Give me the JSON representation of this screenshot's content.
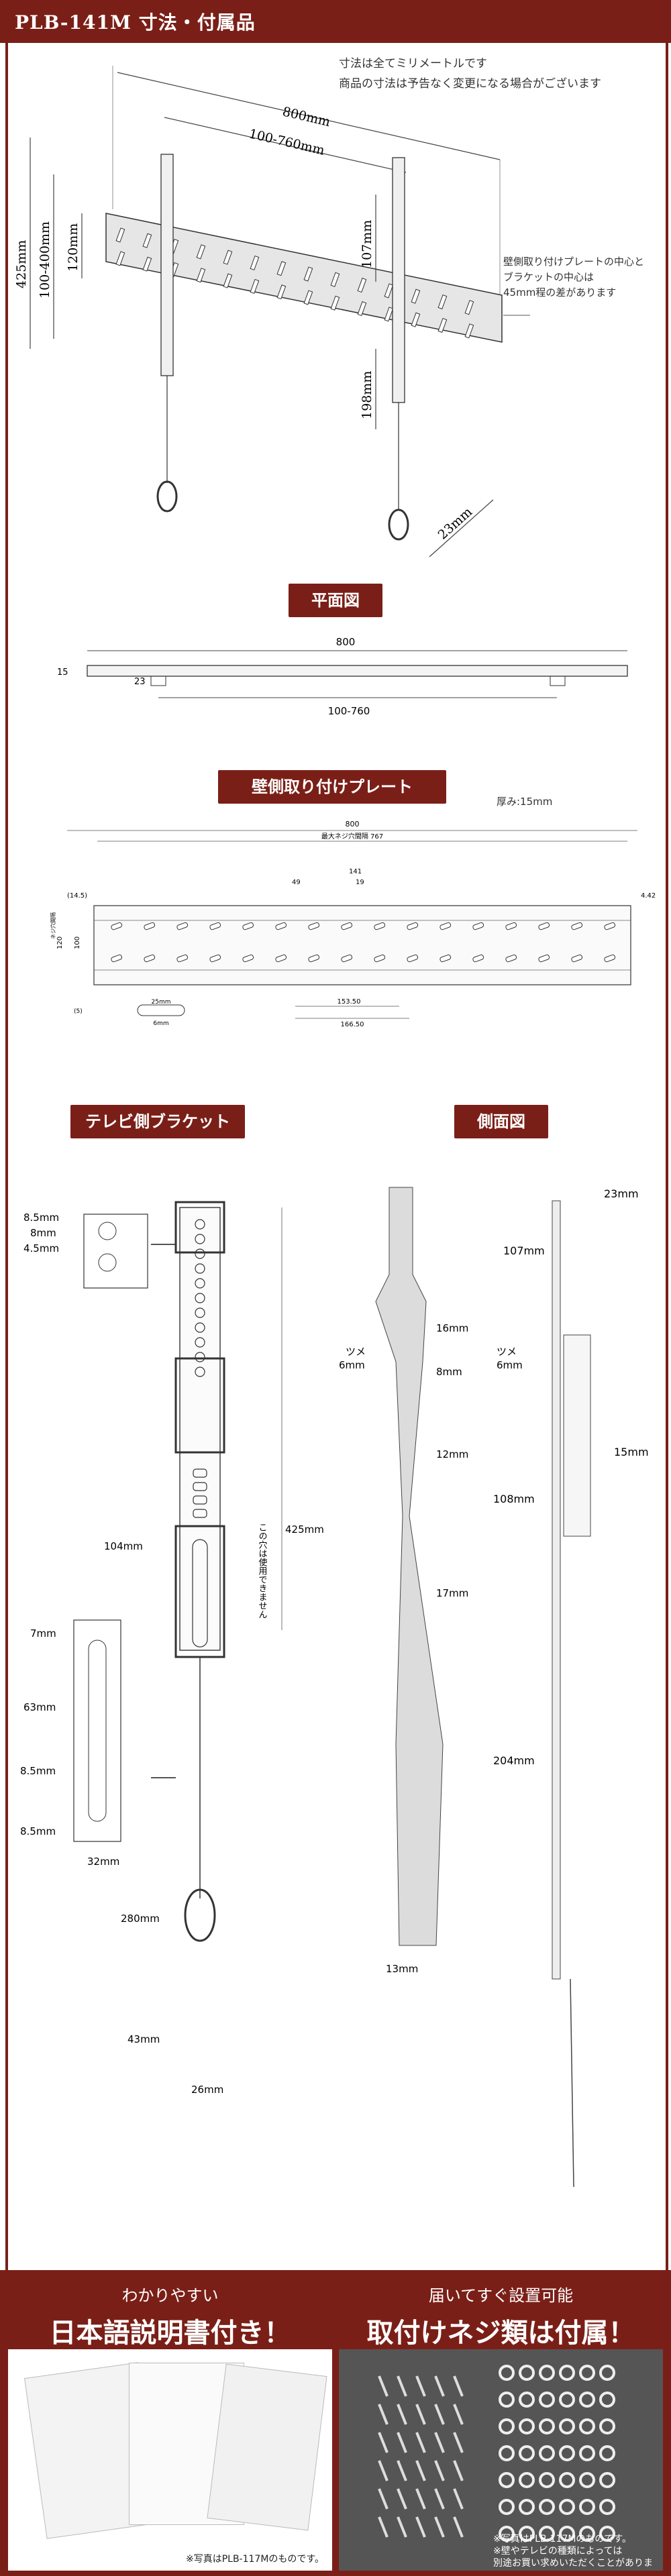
{
  "header": {
    "title": "PLB-141M 寸法・付属品"
  },
  "notes": {
    "line1": "寸法は全てミリメートルです",
    "line2": "商品の寸法は予告なく変更になる場合がございます"
  },
  "callout": {
    "line1": "壁側取り付けプレートの中心と",
    "line2": "ブラケットの中心は",
    "line3": "45mm程の差があります"
  },
  "overview_dims": {
    "width": "800mm",
    "range": "100-760mm",
    "height": "425mm",
    "vrange": "100-400mm",
    "plate_h": "120mm",
    "top": "107mm",
    "bottom": "198mm",
    "depth": "23mm"
  },
  "sections": {
    "plan": "平面図",
    "wall_plate": "壁側取り付けプレート",
    "tv_bracket": "テレビ側ブラケット",
    "side_view": "側面図"
  },
  "plan": {
    "width": "800",
    "range": "100-760",
    "h15": "15",
    "h23": "23"
  },
  "wall_plate": {
    "thickness": "厚み:15mm",
    "width": "800",
    "screw_max": "最大ネジ穴間隔 767",
    "d14": "(14.5)",
    "d49": "49",
    "d141": "141",
    "d19": "19",
    "d153": "153.50",
    "d166": "166.50",
    "d442": "4.42",
    "d100": "100",
    "d120": "120",
    "d25": "25mm",
    "d6": "6mm",
    "d5": "(5)",
    "screw_label": "ネジ穴間隔"
  },
  "bracket": {
    "hole_a": "8.5mm",
    "hole_b": "8mm",
    "hole_c": "4.5mm",
    "h104": "104mm",
    "h425": "425mm",
    "unused": "この穴は使用できません",
    "s7": "7mm",
    "s63": "63mm",
    "s85a": "8.5mm",
    "s85b": "8.5mm",
    "s32": "32mm",
    "cord": "280mm",
    "ring_h": "43mm",
    "ring_w": "26mm"
  },
  "side": {
    "s16": "16mm",
    "tsume1": "ツメ",
    "t6a": "6mm",
    "s8": "8mm",
    "s12": "12mm",
    "s17": "17mm",
    "s13": "13mm",
    "r23": "23mm",
    "r107": "107mm",
    "tsume2": "ツメ",
    "t6b": "6mm",
    "r15": "15mm",
    "r108": "108mm",
    "r204": "204mm"
  },
  "bottom_left": {
    "line1": "わかりやすい",
    "line2": "日本語説明書付き！",
    "photo_note": "※写真はPLB-117Mのものです。"
  },
  "bottom_right": {
    "line1": "届いてすぐ設置可能",
    "line2": "取付けネジ類は付属！",
    "photo_note1": "※写真はPLB-117Mのものです。",
    "photo_note2": "※壁やテレビの種類によっては",
    "photo_note3": "別途お買い求めいただくことがあります。"
  },
  "colors": {
    "brand": "#7a1f17",
    "line": "#333333",
    "plate": "#d9d9d9"
  }
}
